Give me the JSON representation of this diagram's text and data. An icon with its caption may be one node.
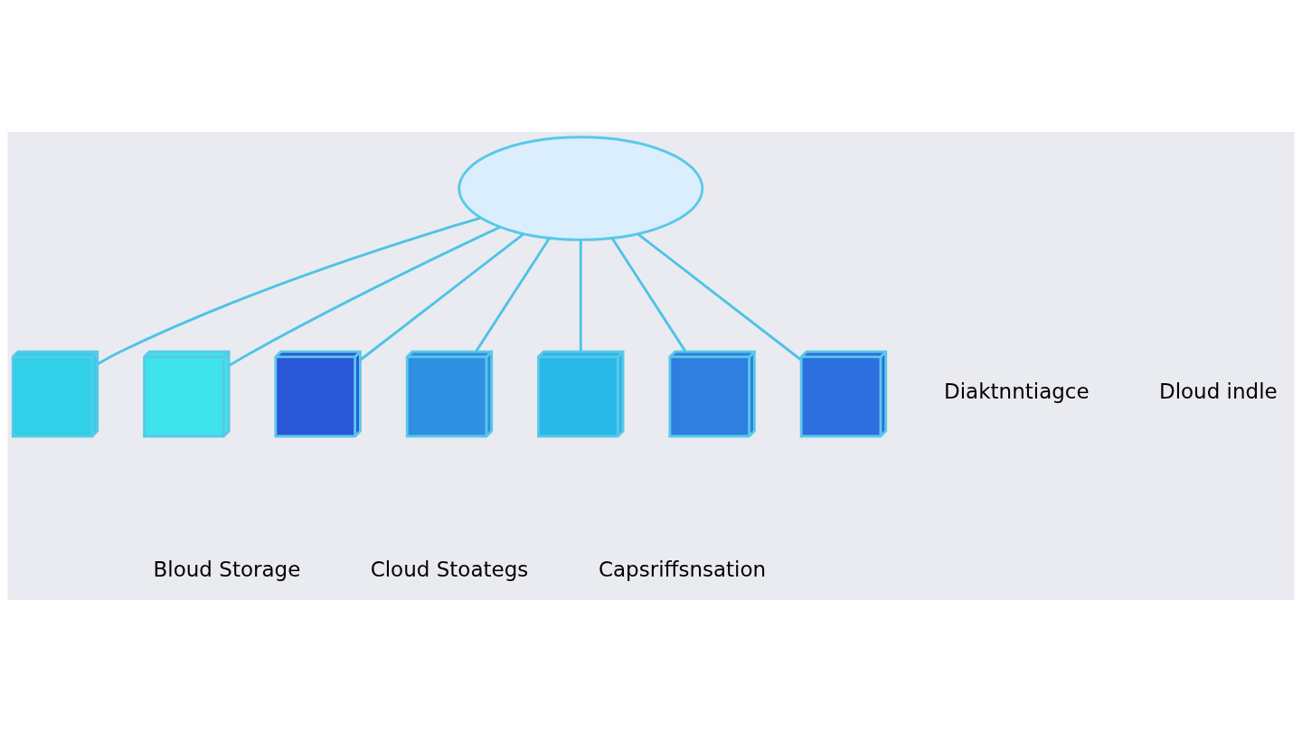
{
  "diagram": {
    "nodes": [
      {
        "text": [],
        "shape": "cloud"
      },
      {
        "text": [],
        "shape": "cube"
      },
      {
        "text": [],
        "shape": "cube"
      },
      {
        "text": [],
        "shape": "cube"
      },
      {
        "text": [],
        "shape": "cube"
      },
      {
        "text": [],
        "shape": "cube"
      },
      {
        "text": [],
        "shape": "cube"
      },
      {
        "text": [],
        "shape": "cube"
      }
    ],
    "edges": [
      {
        "from": 0,
        "to": 1,
        "arrow": "none"
      },
      {
        "from": 0,
        "to": 2,
        "arrow": "none"
      },
      {
        "from": 0,
        "to": 3,
        "arrow": "none"
      },
      {
        "from": 0,
        "to": 4,
        "arrow": "none"
      },
      {
        "from": 0,
        "to": 5,
        "arrow": "none"
      },
      {
        "from": 0,
        "to": 6,
        "arrow": "none"
      },
      {
        "from": 0,
        "to": 7,
        "arrow": "none"
      }
    ],
    "labels": [
      "Diaktnntiagce",
      "Dloud indle",
      "Bloud Storage",
      "Cloud Stoategs",
      "Capsriffsnsation"
    ]
  }
}
